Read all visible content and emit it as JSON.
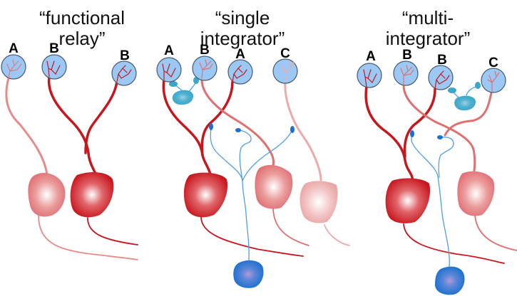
{
  "panels": [
    {
      "id": "functional-relay",
      "title_line1": "“functional",
      "title_line2": "relay”",
      "glomeruli": [
        {
          "label": "A"
        },
        {
          "label": "B"
        },
        {
          "label": "B"
        }
      ],
      "projection_neurons": 2,
      "interneurons": 0,
      "local_neurons": 0
    },
    {
      "id": "single-integrator",
      "title_line1": "“single",
      "title_line2": "integrator”",
      "glomeruli": [
        {
          "label": "A"
        },
        {
          "label": "B"
        },
        {
          "label": "A"
        },
        {
          "label": "C"
        }
      ],
      "projection_neurons": 3,
      "interneurons": 1,
      "local_neurons": 1
    },
    {
      "id": "multi-integrator",
      "title_line1": "“multi-",
      "title_line2": "integrator”",
      "glomeruli": [
        {
          "label": "A"
        },
        {
          "label": "B"
        },
        {
          "label": "B"
        },
        {
          "label": "C"
        }
      ],
      "projection_neurons": 2,
      "interneurons": 1,
      "local_neurons": 1
    }
  ],
  "colors": {
    "glomerulus_fill": "#9cc8f5",
    "dark_red": "#c8161d",
    "mid_red": "#e07070",
    "light_red": "#eeaaaa",
    "inhibitory_blue": "#1a6fcf",
    "local_teal": "#3aa6c8"
  }
}
